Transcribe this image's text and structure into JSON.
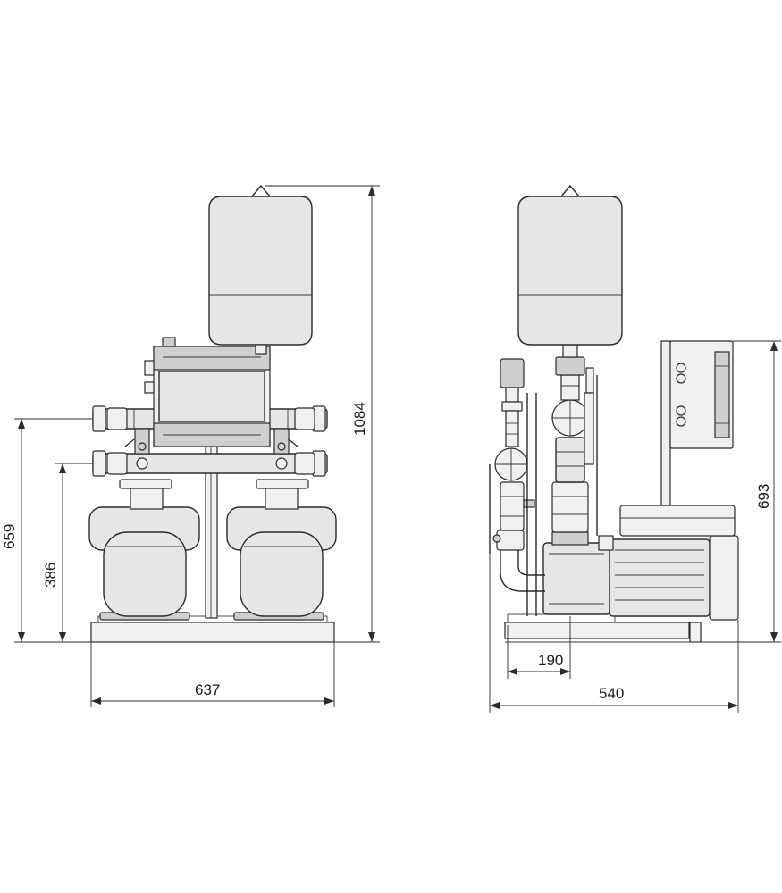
{
  "drawing": {
    "front_view": {
      "width_label": "637",
      "height_inlet_label": "659",
      "height_outlet_label": "386",
      "total_height_label": "1084"
    },
    "side_view": {
      "depth_label": "540",
      "offset_label": "190",
      "height_label": "693"
    }
  }
}
